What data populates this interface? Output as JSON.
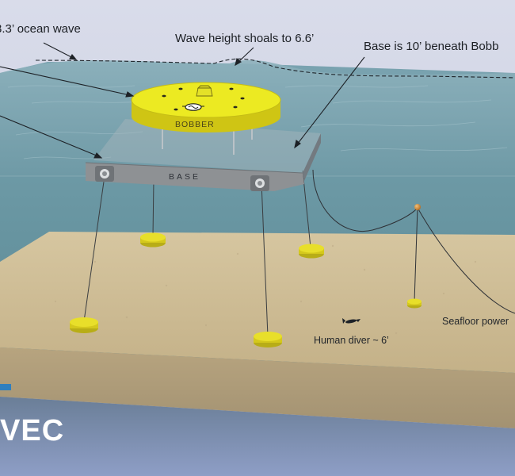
{
  "callouts": {
    "ocean_wave": "3.3’ ocean wave",
    "wave_shoal": "Wave height shoals to 6.6’",
    "base_depth": "Base is 10’ beneath Bobb"
  },
  "components": {
    "bobber": "BOBBER",
    "base": "BASE"
  },
  "seafloor_labels": {
    "diver": "Human diver ~ 6’",
    "power": "Seafloor power"
  },
  "logo": {
    "text": "VEC"
  },
  "colors": {
    "water": "#5f8c98",
    "seafloor": "#cdbb94",
    "bobber": "#e6e21c",
    "base": "#8e9194",
    "anchor": "#d4c81c"
  }
}
